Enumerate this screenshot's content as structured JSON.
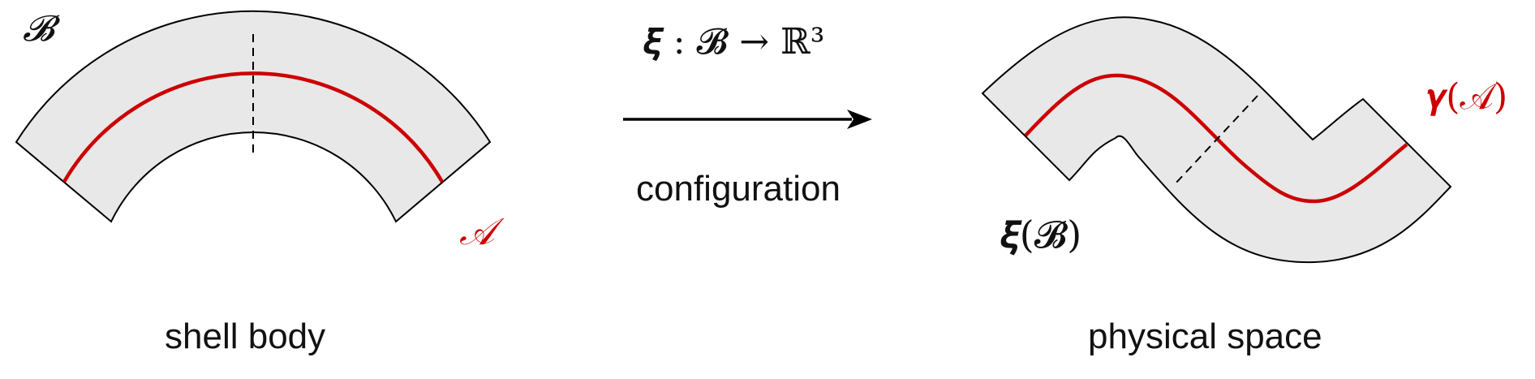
{
  "labels": {
    "body_symbol": "𝓑",
    "midsurface_symbol": "𝒜",
    "map_label": "𝝃 : 𝓑 → ℝ³",
    "map_caption": "configuration",
    "image_body": "𝝃(𝓑)",
    "image_midsurface": "𝜸(𝒜)",
    "left_caption": "shell body",
    "right_caption": "physical space"
  },
  "colors": {
    "shell_fill": "#e8e8e8",
    "outline": "#000000",
    "midsurface": "#cc0000",
    "text": "#111111"
  }
}
